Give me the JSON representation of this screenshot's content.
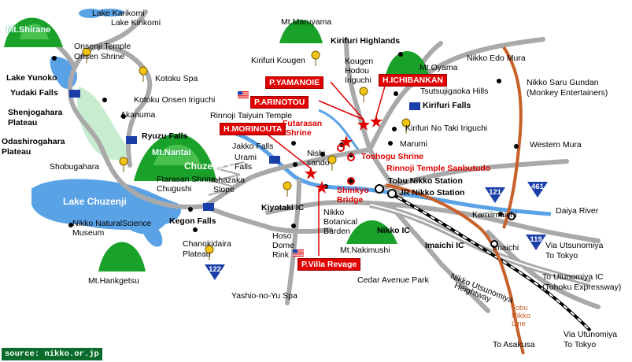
{
  "mountains": {
    "shirane": "Mt.Shirane",
    "nantai": "Mt.Nantai",
    "hankgetsu": "Mt.Hankgetsu",
    "nakimushi": "Mt.Nakimushi",
    "oyama": "Mt.Oyama",
    "maruyama": "Mt.Maruyama"
  },
  "lakes": {
    "karikomi": "Lake Karikomi",
    "kirikomi": "Lake Kirikomi",
    "yunoko": "Lake Yunoko",
    "chuzenji": "Lake Chuzenji"
  },
  "places": {
    "onsenji_temple": "Onsenji Temple",
    "onsen_shrine": "Onsen Shrine",
    "kotoku_spa": "Kotoku Spa",
    "kotoku_onsen_iriguchi": "Kotoku Onsen Iriguchi",
    "yudaki_falls": "Yudaki Falls",
    "shenjogahara": "Shenjogahara",
    "shenjogahara_plateau": "Plateau",
    "odashirogahara": "Odashirogahara",
    "odashirogahara_plateau": "Plateau",
    "akanuma": "Akanuma",
    "ryuzu_falls": "Ryuzu Falls",
    "shobugahara": "Shobugahara",
    "chuzenji_spa": "Chuzenji Spa",
    "ftarasan_shrine": "Ftarasan Shrine",
    "chugushi": "Chugushi",
    "irohazaka": "Irohazaka",
    "irohazaka_slope": "Slope",
    "kegon_falls": "Kegon Falls",
    "museum_line1": "Nikko NaturalScience",
    "museum_line2": "Museum",
    "chanokidaira": "Chanokidaira",
    "chanokidaira_plateau": "Plateau",
    "kirifuri_kougen": "Kirifuri Kougen",
    "kirifuri_highlands": "Kirifuri Highlands",
    "kougen": "Kougen",
    "hodou": "Hodou",
    "iriguchi": "Iriguchi",
    "nikko_edo_mura": "Nikko Edo Mura",
    "saru_gundan": "Nikko Saru Gundan",
    "monkey": "(Monkey Entertainers)",
    "tsutsujigaoka": "Tsutsujigaoka Hills",
    "kirifuri_falls": "Kirifuri Falls",
    "kirifuri_no_taki": "Kirifuri No Taki Iriguchi",
    "marumi": "Marumi",
    "western_mura": "Western Mura",
    "rinnoji_taiyuin": "Rinnoji Taiyuin Temple",
    "jakko_falls": "Jakko Falls",
    "urami": "Urami",
    "urami_falls": "Falls",
    "nishi": "Nishi",
    "sando": "sando",
    "kiyotaki_ic": "Kiyotaki IC",
    "hoso": "Hoso",
    "dome": "Dome",
    "rink": "Rink",
    "botanical1": "Nikko",
    "botanical2": "Botanical",
    "botanical3": "Barden",
    "nikko_ic": "Nikko IC",
    "tobu_nikko": "Tobu Nikko Station",
    "jr_nikko": "JR Nikko Station",
    "kamiimaichi": "Kamiimaichi",
    "daiya_river": "Daiya River",
    "imaichi_ic": "Imaichi IC",
    "imaichi": "Imaichi",
    "via_utsunomiya1": "Via Utsunomiya",
    "to_tokyo1": "To Tokyo",
    "cedar_avenue": "Cedar Avenue Park",
    "utsunomiya_ic": "To Utunomiya IC",
    "tohoku_exp": "(Tohoku Expressway)",
    "heightway1": "Nikko Utsunomiya",
    "heightway2": "Heightway",
    "yashio": "Yashio-no-Yu Spa",
    "to_asakusa": "To Asakusa",
    "via_utunomiya2": "Via Utunomiya",
    "to_tokyo2": "To Tokyo",
    "tobu_nikko_line": "Tobu Nikko Line"
  },
  "hotels": {
    "yamanoie": "P.YAMANOIE",
    "ichibankan": "H.ICHIBANKAN",
    "arinotou": "P.ARINOTOU",
    "morinouta": "H.MORINOUTA",
    "villa_revage": "P.Villa Revage"
  },
  "sights": {
    "futarasan": "Futarasan",
    "futarasan2": "Shrine",
    "toshogu": "Toshogu Shrine",
    "rinnoji_sanbutudo": "Rinnoji Temple Sanbutudo",
    "shinkyo": "Shinkyo",
    "shinkyo2": "Bridge"
  },
  "routes": {
    "r121": "121",
    "r461": "461",
    "r119": "119",
    "r122": "122"
  },
  "source": "source: nikko.or.jp",
  "colors": {
    "lake": "#5aa2e6",
    "mountain": "#1aa12a",
    "road": "#a9a9a9",
    "hotel": "#e00000",
    "route_shield": "#1b3fa8",
    "tobu_line": "#c8602a"
  }
}
